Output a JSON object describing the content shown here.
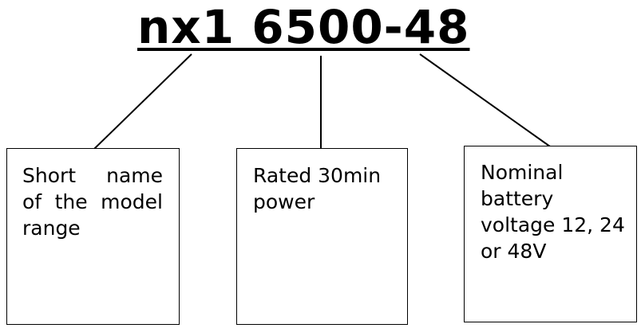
{
  "title": "nx1 6500-48",
  "boxes": [
    {
      "text": "Short name of the model range"
    },
    {
      "text": "Rated 30min power"
    },
    {
      "text": "Nominal battery voltage 12, 24 or 48V"
    }
  ]
}
